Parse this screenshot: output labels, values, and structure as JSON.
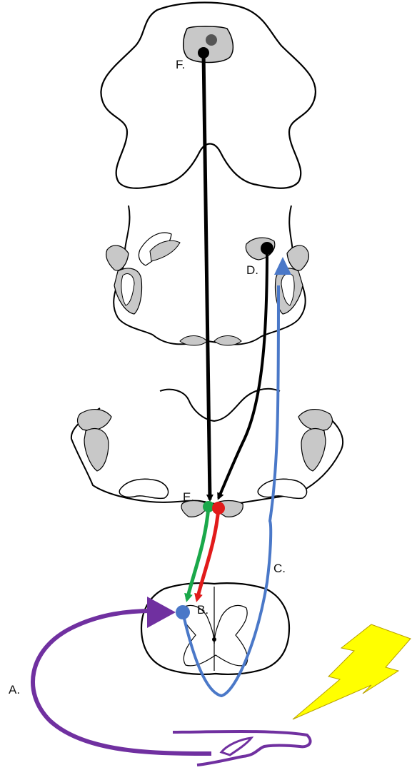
{
  "labels": {
    "a": "A.",
    "b": "B.",
    "c": "C.",
    "d": "D.",
    "e": "E.",
    "f": "F."
  },
  "colors": {
    "pathway_black": "#000000",
    "pathway_blue": "#4a78c8",
    "pathway_green": "#1aa84a",
    "pathway_red": "#e11b1b",
    "pathway_purple": "#7030a0",
    "lightning_yellow": "#ffff00",
    "tissue_gray": "#c8c8c8",
    "outline": "#000000"
  },
  "icons": {
    "stimulus": "lightning-bolt-icon",
    "hand": "hand-outline-icon"
  }
}
